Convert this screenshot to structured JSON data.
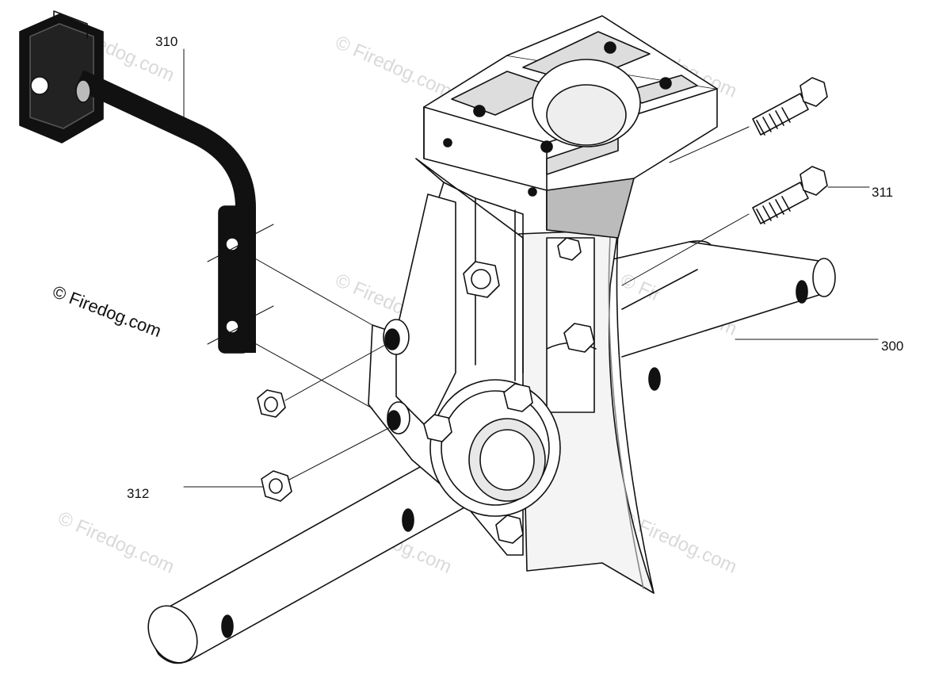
{
  "callouts": {
    "part_310": "310",
    "part_311": "311",
    "part_312": "312",
    "part_300": "300"
  },
  "watermark": {
    "main": "© Firedog.com",
    "faint": "© Firedog.com"
  },
  "colors": {
    "line": "#111111",
    "shade": "#bdbdbd",
    "light_shade": "#dcdcdc",
    "watermark": "#d9d9d9"
  }
}
